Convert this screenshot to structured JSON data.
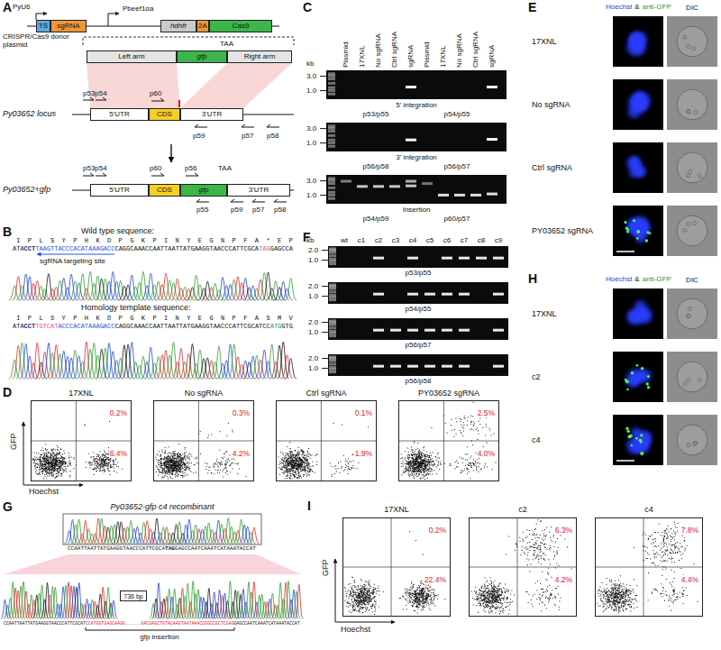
{
  "diagram": {
    "nodes": [
      {
        "text": [
          "TS"
        ]
      },
      {
        "text": [
          "sgRNA"
        ]
      },
      {
        "text": [
          "hdhfr"
        ]
      },
      {
        "text": [
          "2A"
        ]
      },
      {
        "text": [
          "Cas9"
        ]
      },
      {
        "text": [
          "Left arm"
        ]
      },
      {
        "text": [
          "gfp"
        ]
      },
      {
        "text": [
          "Right arm"
        ]
      },
      {
        "text": [
          "5'UTR"
        ]
      },
      {
        "text": [
          "CDS"
        ]
      },
      {
        "text": [
          "3'UTR"
        ]
      },
      {
        "text": [
          "5'UTR"
        ]
      },
      {
        "text": [
          "CDS"
        ]
      },
      {
        "text": [
          "gfp"
        ]
      },
      {
        "text": [
          "3'UTR"
        ]
      },
      {
        "text": [
          "0.2%",
          "6.4%"
        ]
      },
      {
        "text": [
          "0.3%",
          "4.2%"
        ]
      },
      {
        "text": [
          "0.1%",
          "1.9%"
        ]
      },
      {
        "text": [
          "2.5%",
          "4.0%"
        ]
      },
      {
        "text": [
          "736 bp"
        ]
      },
      {
        "text": [
          "0.2%",
          "22.4%"
        ]
      },
      {
        "text": [
          "6.3%",
          "4.2%"
        ]
      },
      {
        "text": [
          "7.8%",
          "4.4%"
        ]
      }
    ],
    "labels": [
      "A",
      "PyU6",
      "Pbeef1αa",
      "CRISPR/Cas9 donor plasmid",
      "TAA",
      "Py03652 locus",
      "p53p54",
      "p60",
      "p59",
      "p57",
      "p58",
      "Py03652+gfp",
      "p53p54",
      "p60",
      "p56",
      "TAA",
      "p55",
      "p59",
      "p57",
      "p58",
      "B",
      "Wild type sequence:",
      "I P L S Y P H K D P G K P I N Y E G N P F A * E P",
      "ATA",
      "CCT",
      "TAAGTTACCCACATAAAGACC",
      "CAGGCAAACCAATTAATTATGAAGGTAACCCATTCGCA",
      "TAG",
      "GAGCCA",
      "sgRNA targeting site",
      "Homology template sequence:",
      "I P L S Y P H K D P G K P I N Y E G N P F A S M V",
      "ATA",
      "CCT",
      "TGTCAT",
      "ACCCACATAAAGACC",
      "CAGGCAAACCAATTAATTATGAAGGTAACCCATTCGCATCC",
      "ATG",
      "GTG",
      "C",
      "Plasmid",
      "17XNL",
      "No sgRNA",
      "Ctrl sgRNA",
      "sgRNA",
      "Plasmid",
      "17XNL",
      "No sgRNA",
      "Ctrl sgRNA",
      "sgRNA",
      "kb",
      "3.0",
      "1.0",
      "5' integration",
      "p53/p55",
      "p54/p55",
      "3.0",
      "1.0",
      "3' integration",
      "p56/p58",
      "p56/p57",
      "3.0",
      "1.0",
      "Insertion",
      "p54/p59",
      "p60/p57",
      "D",
      "17XNL",
      "No sgRNA",
      "Ctrl sgRNA",
      "PY03652 sgRNA",
      "GFP",
      "Hoechst",
      "E",
      "Hoechst",
      "&",
      "anti-GFP",
      "DIC",
      "17XNL",
      "No sgRNA",
      "Ctrl sgRNA",
      "PY03652 sgRNA",
      "F",
      "kb",
      "wt",
      "c1",
      "c2",
      "c3",
      "c4",
      "c5",
      "c6",
      "c7",
      "c8",
      "c9",
      "2.0",
      "1.0",
      "p53/p55",
      "2.0",
      "1.0",
      "p54/p55",
      "2.0",
      "1.0",
      "p56/p57",
      "2.0",
      "1.0",
      "p56/p58",
      "G",
      "Py03652-gfp c4 recombinant",
      "CCAATTAATTATGAAGGTAACCCATTCGCA",
      "TAG",
      "GAGCCAATCAAATCATAAATACCAT",
      "CCAATTAATTATGAAGGTAACCCATTCGCAT",
      "CCATGGTGAGCAAGG......GACGAGCTGTACAAGTAATAAACCGGCCGCTCGAG",
      "GAGCCAATCAAATCATAAATACCAT",
      "gfp insertion",
      "H",
      "Hoechst",
      "&",
      "anti-GFP",
      "DIC",
      "17XNL",
      "c2",
      "c4",
      "I",
      "17XNL",
      "c2",
      "c4",
      "GFP",
      "Hoechst"
    ]
  }
}
